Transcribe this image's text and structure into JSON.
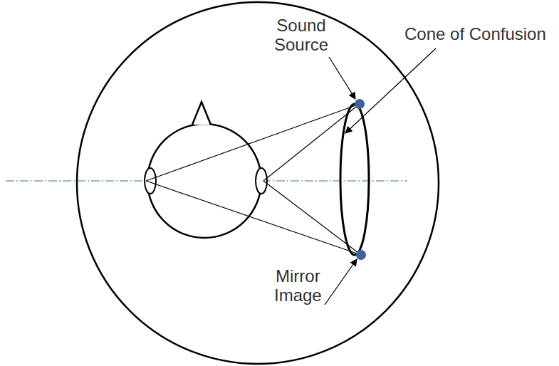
{
  "diagram": {
    "labels": [
      "Sound Source",
      "Cone of Confusion",
      "Mirror Image"
    ]
  }
}
